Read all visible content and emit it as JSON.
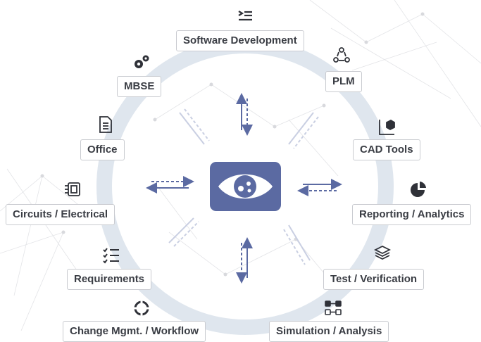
{
  "nodes": {
    "software_development": {
      "label": "Software Development",
      "icon": "list-indent-icon"
    },
    "plm": {
      "label": "PLM",
      "icon": "cycle-nodes-icon"
    },
    "cad_tools": {
      "label": "CAD Tools",
      "icon": "cube-axes-icon"
    },
    "reporting_analytics": {
      "label": "Reporting / Analytics",
      "icon": "pie-chart-icon"
    },
    "test_verification": {
      "label": "Test / Verification",
      "icon": "stack-check-icon"
    },
    "simulation_analysis": {
      "label": "Simulation / Analysis",
      "icon": "flow-loop-icon"
    },
    "change_mgmt_workflow": {
      "label": "Change Mgmt. / Workflow",
      "icon": "refresh-circle-icon"
    },
    "requirements": {
      "label": "Requirements",
      "icon": "checklist-icon"
    },
    "circuits_electrical": {
      "label": "Circuits / Electrical",
      "icon": "chip-icon"
    },
    "office": {
      "label": "Office",
      "icon": "document-icon"
    },
    "mbse": {
      "label": "MBSE",
      "icon": "gears-icon"
    }
  },
  "hub": {
    "icon": "eye-icon"
  },
  "colors": {
    "ring": "#dfe6ee",
    "hub": "#5b6aa2",
    "arrow": "#5b6aa2",
    "arrow_faint": "#c9cfe2",
    "label_border": "#c9cbd0",
    "label_text": "#3a3d44",
    "icon": "#2f3138",
    "network": "#dcdde0"
  }
}
